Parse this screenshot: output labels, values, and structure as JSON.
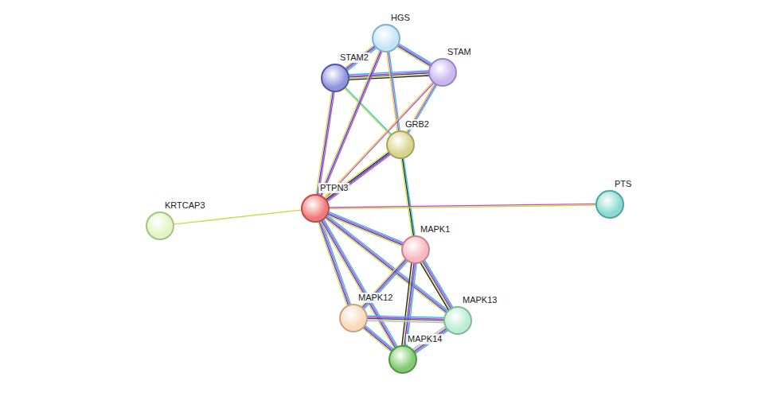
{
  "diagram": {
    "nodes": [
      {
        "text": [
          "HGS"
        ]
      },
      {
        "text": [
          "STAM2"
        ]
      },
      {
        "text": [
          "STAM"
        ]
      },
      {
        "text": [
          "GRB2"
        ]
      },
      {
        "text": [
          "PTPN3"
        ]
      },
      {
        "text": [
          "KRTCAP3"
        ]
      },
      {
        "text": [
          "PTS"
        ]
      },
      {
        "text": [
          "MAPK1"
        ]
      },
      {
        "text": [
          "MAPK12"
        ]
      },
      {
        "text": [
          "MAPK13"
        ]
      },
      {
        "text": [
          "MAPK14"
        ]
      }
    ],
    "edges": [
      {
        "from": 0,
        "to": 1,
        "arrow": "none"
      },
      {
        "from": 0,
        "to": 2,
        "arrow": "none"
      },
      {
        "from": 1,
        "to": 2,
        "arrow": "none"
      },
      {
        "from": 0,
        "to": 3,
        "arrow": "none"
      },
      {
        "from": 1,
        "to": 3,
        "arrow": "none"
      },
      {
        "from": 2,
        "to": 3,
        "arrow": "none"
      },
      {
        "from": 0,
        "to": 4,
        "arrow": "none"
      },
      {
        "from": 1,
        "to": 4,
        "arrow": "none"
      },
      {
        "from": 2,
        "to": 4,
        "arrow": "none"
      },
      {
        "from": 3,
        "to": 4,
        "arrow": "none"
      },
      {
        "from": 3,
        "to": 7,
        "arrow": "none"
      },
      {
        "from": 4,
        "to": 5,
        "arrow": "none"
      },
      {
        "from": 4,
        "to": 6,
        "arrow": "none"
      },
      {
        "from": 4,
        "to": 7,
        "arrow": "none"
      },
      {
        "from": 4,
        "to": 8,
        "arrow": "none"
      },
      {
        "from": 4,
        "to": 9,
        "arrow": "none"
      },
      {
        "from": 4,
        "to": 10,
        "arrow": "none"
      },
      {
        "from": 7,
        "to": 8,
        "arrow": "none"
      },
      {
        "from": 7,
        "to": 9,
        "arrow": "none"
      },
      {
        "from": 7,
        "to": 10,
        "arrow": "none"
      },
      {
        "from": 8,
        "to": 9,
        "arrow": "none"
      },
      {
        "from": 8,
        "to": 10,
        "arrow": "none"
      },
      {
        "from": 9,
        "to": 10,
        "arrow": "none"
      }
    ]
  }
}
